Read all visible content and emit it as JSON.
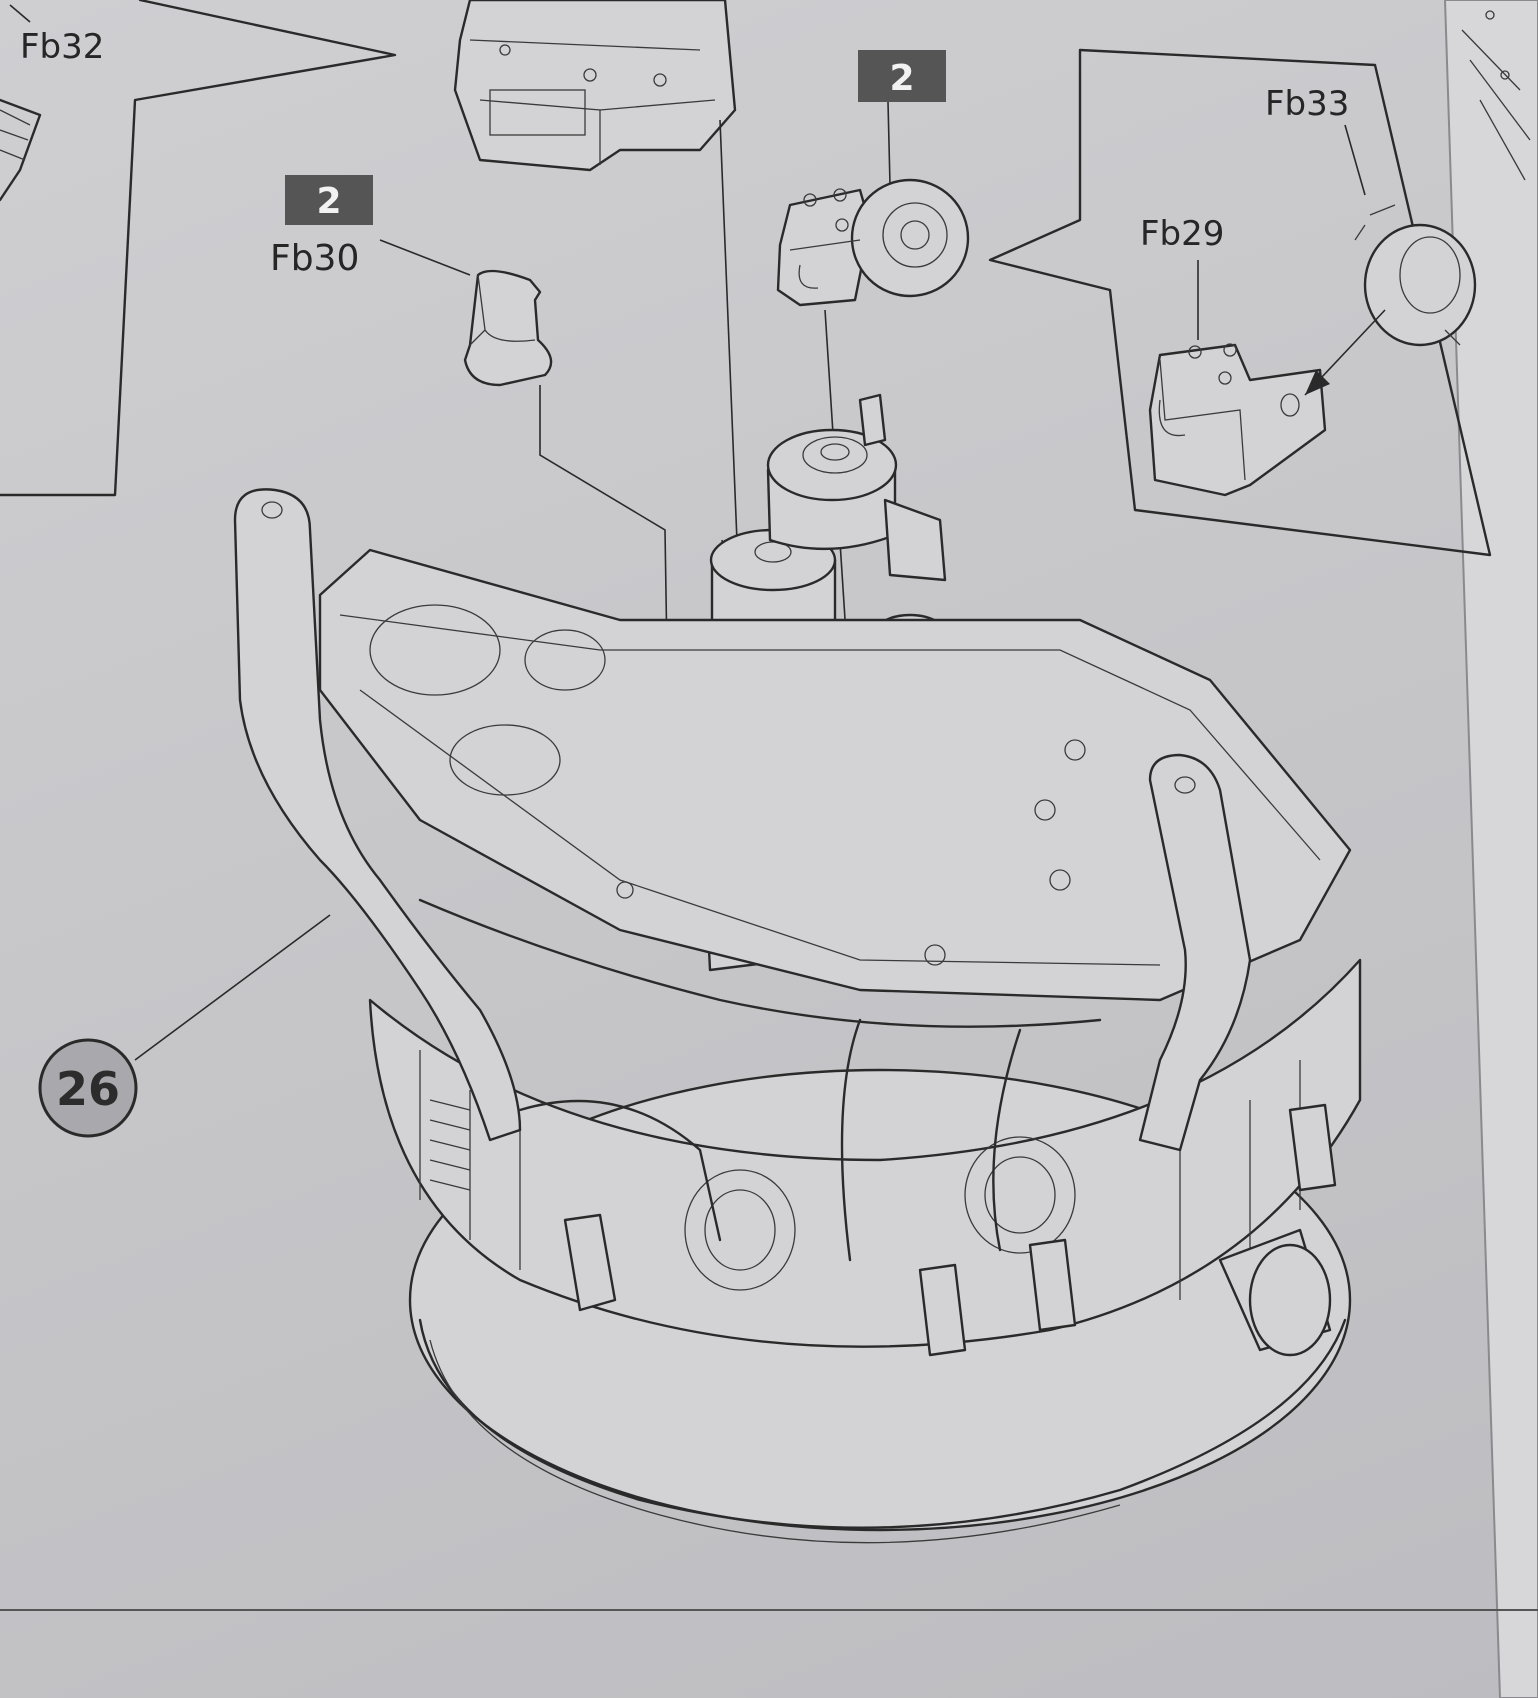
{
  "parts": {
    "fb32": "Fb32",
    "fb30": "Fb30",
    "fb29": "Fb29",
    "fb33": "Fb33"
  },
  "quantities": {
    "fb30_qty": "2",
    "top_qty": "2"
  },
  "step": {
    "number": "26"
  },
  "colors": {
    "paper": "#c9c9cc",
    "line": "#2a2a2a",
    "badge": "#555555",
    "step_circle": "#a9a9ad"
  }
}
